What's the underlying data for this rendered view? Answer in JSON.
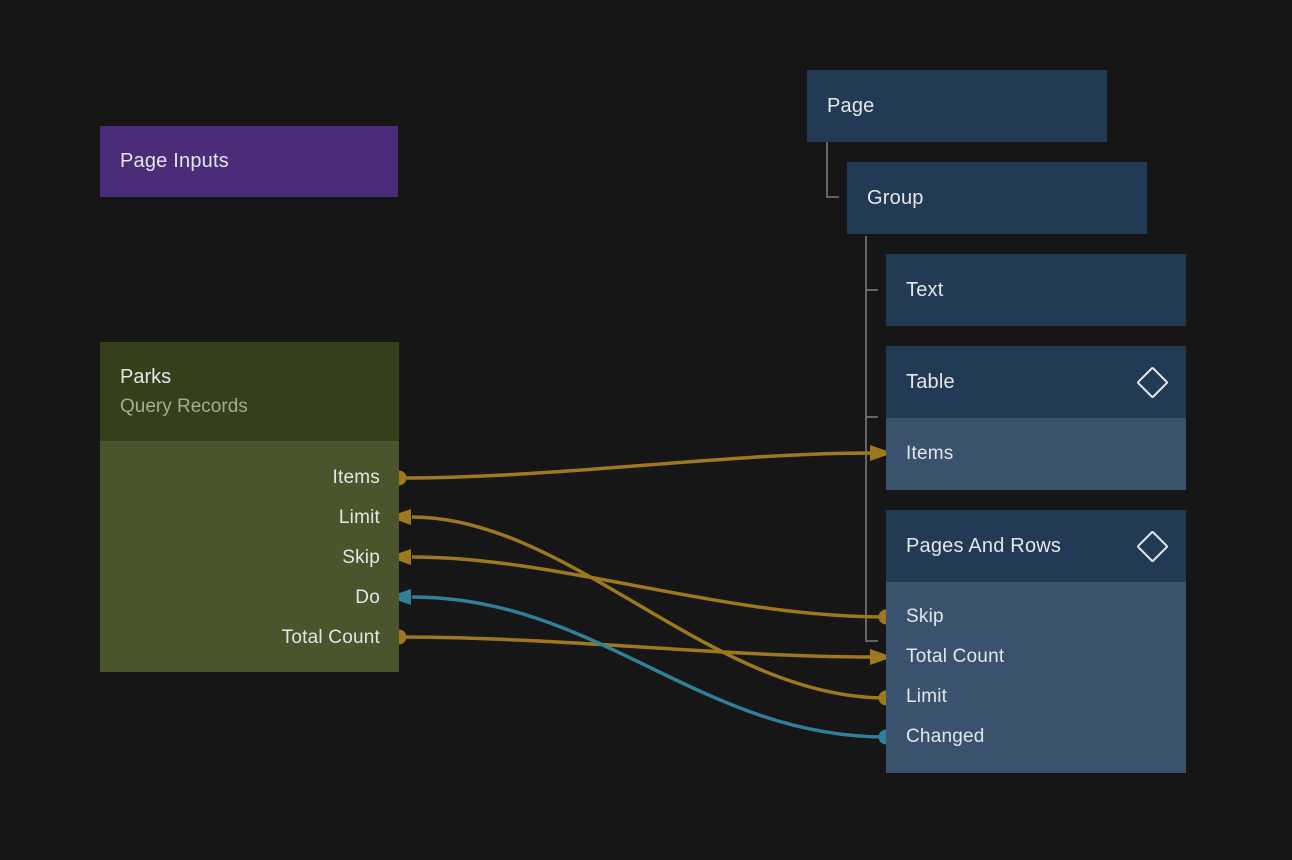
{
  "colors": {
    "bg": "#161616",
    "text": "#e4e6e8",
    "subtitle": "#a3ab90",
    "purple": "#4a2c78",
    "green_header": "#35401b",
    "green_body": "#4b552b",
    "blue_header": "#223a54",
    "blue_row": "#3b526f",
    "wire_gold": "#9e781d",
    "wire_teal": "#2f8098",
    "tree_line": "#6e6e6e"
  },
  "nodes": {
    "page_inputs": {
      "title": "Page Inputs"
    },
    "parks": {
      "title": "Parks",
      "subtitle": "Query Records",
      "ports": [
        {
          "label": "Items",
          "kind": "output",
          "wire": "gold"
        },
        {
          "label": "Limit",
          "kind": "input",
          "wire": "gold"
        },
        {
          "label": "Skip",
          "kind": "input",
          "wire": "gold"
        },
        {
          "label": "Do",
          "kind": "input",
          "wire": "teal"
        },
        {
          "label": "Total Count",
          "kind": "output",
          "wire": "gold"
        }
      ]
    },
    "tree": [
      {
        "label": "Page"
      },
      {
        "label": "Group"
      },
      {
        "label": "Text"
      },
      {
        "label": "Table",
        "icon": "diamond",
        "rows": [
          {
            "label": "Items",
            "kind": "input",
            "wire": "gold"
          }
        ]
      },
      {
        "label": "Pages And Rows",
        "icon": "diamond",
        "rows": [
          {
            "label": "Skip",
            "kind": "output",
            "wire": "gold"
          },
          {
            "label": "Total Count",
            "kind": "input",
            "wire": "gold"
          },
          {
            "label": "Limit",
            "kind": "output",
            "wire": "gold"
          },
          {
            "label": "Changed",
            "kind": "output",
            "wire": "teal"
          }
        ]
      }
    ]
  },
  "connections": [
    {
      "from": "Parks.Items",
      "to": "Table.Items",
      "color": "gold"
    },
    {
      "from": "Pages And Rows.Skip",
      "to": "Parks.Skip",
      "color": "gold"
    },
    {
      "from": "Pages And Rows.Limit",
      "to": "Parks.Limit",
      "color": "gold"
    },
    {
      "from": "Parks.Total Count",
      "to": "Pages And Rows.Total Count",
      "color": "gold"
    },
    {
      "from": "Pages And Rows.Changed",
      "to": "Parks.Do",
      "color": "teal"
    }
  ]
}
